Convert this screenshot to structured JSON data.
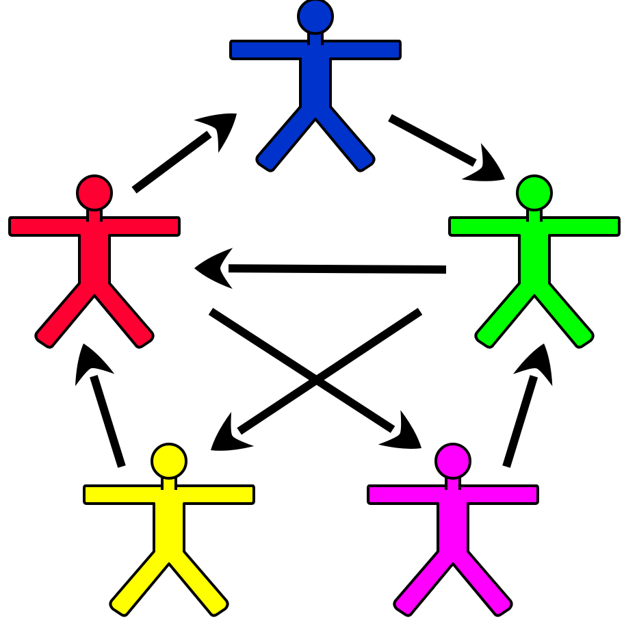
{
  "diagram": {
    "type": "directed-graph",
    "node_shape": "stick-figure-person-icon",
    "outline_color": "#000000",
    "arrow_color": "#000000",
    "nodes": [
      {
        "id": "blue",
        "name": "blue-person",
        "color": "#0033CC"
      },
      {
        "id": "red",
        "name": "red-person",
        "color": "#FF0033"
      },
      {
        "id": "green",
        "name": "green-person",
        "color": "#00FF00"
      },
      {
        "id": "yellow",
        "name": "yellow-person",
        "color": "#FFFF00"
      },
      {
        "id": "magenta",
        "name": "magenta-person",
        "color": "#FF00FF"
      }
    ],
    "edges": [
      {
        "from": "red",
        "to": "blue"
      },
      {
        "from": "blue",
        "to": "green"
      },
      {
        "from": "green",
        "to": "red"
      },
      {
        "from": "red",
        "to": "magenta"
      },
      {
        "from": "green",
        "to": "yellow"
      },
      {
        "from": "yellow",
        "to": "red"
      },
      {
        "from": "magenta",
        "to": "green"
      }
    ]
  }
}
